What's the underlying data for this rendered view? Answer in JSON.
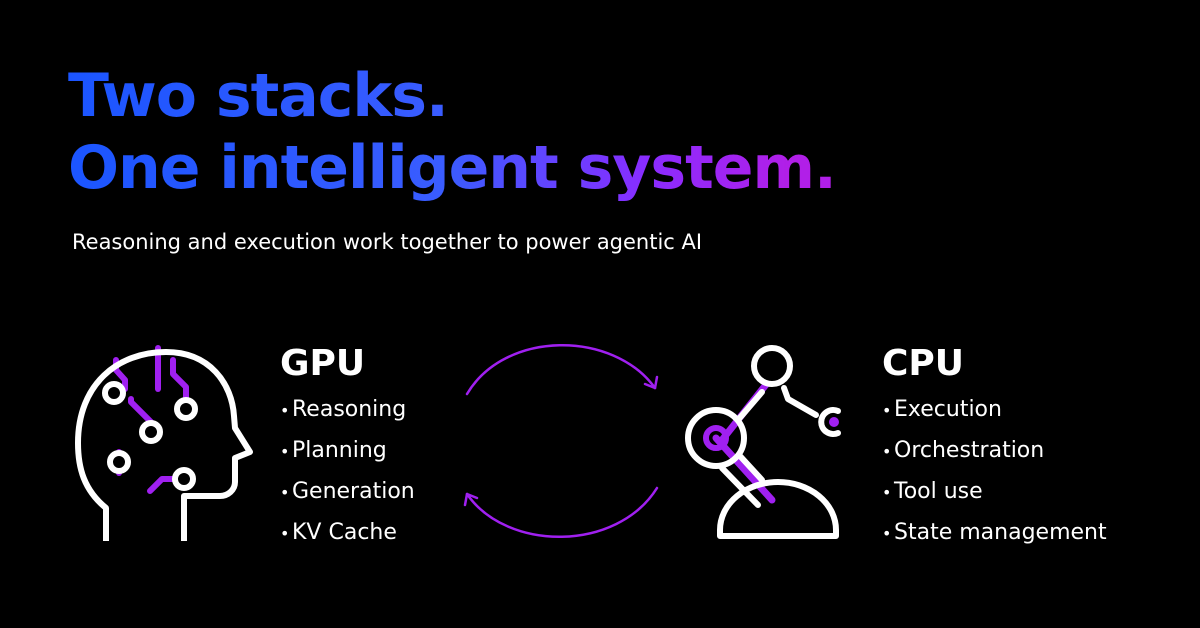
{
  "headline": {
    "line1": "Two stacks.",
    "line2": "One intelligent system."
  },
  "subtitle": "Reasoning and execution work together to power agentic AI",
  "gpu": {
    "title": "GPU",
    "items": [
      "Reasoning",
      "Planning",
      "Generation",
      "KV Cache"
    ],
    "icon": "head-circuit-icon"
  },
  "cpu": {
    "title": "CPU",
    "items": [
      "Execution",
      "Orchestration",
      "Tool use",
      "State management"
    ],
    "icon": "robot-arm-icon"
  },
  "cycle_icon": "cycle-arrows-icon",
  "colors": {
    "background": "#000000",
    "headline_blue": "#1b55ff",
    "headline_purple": "#b11fe8",
    "accent_purple": "#a020f0",
    "text": "#ffffff"
  }
}
